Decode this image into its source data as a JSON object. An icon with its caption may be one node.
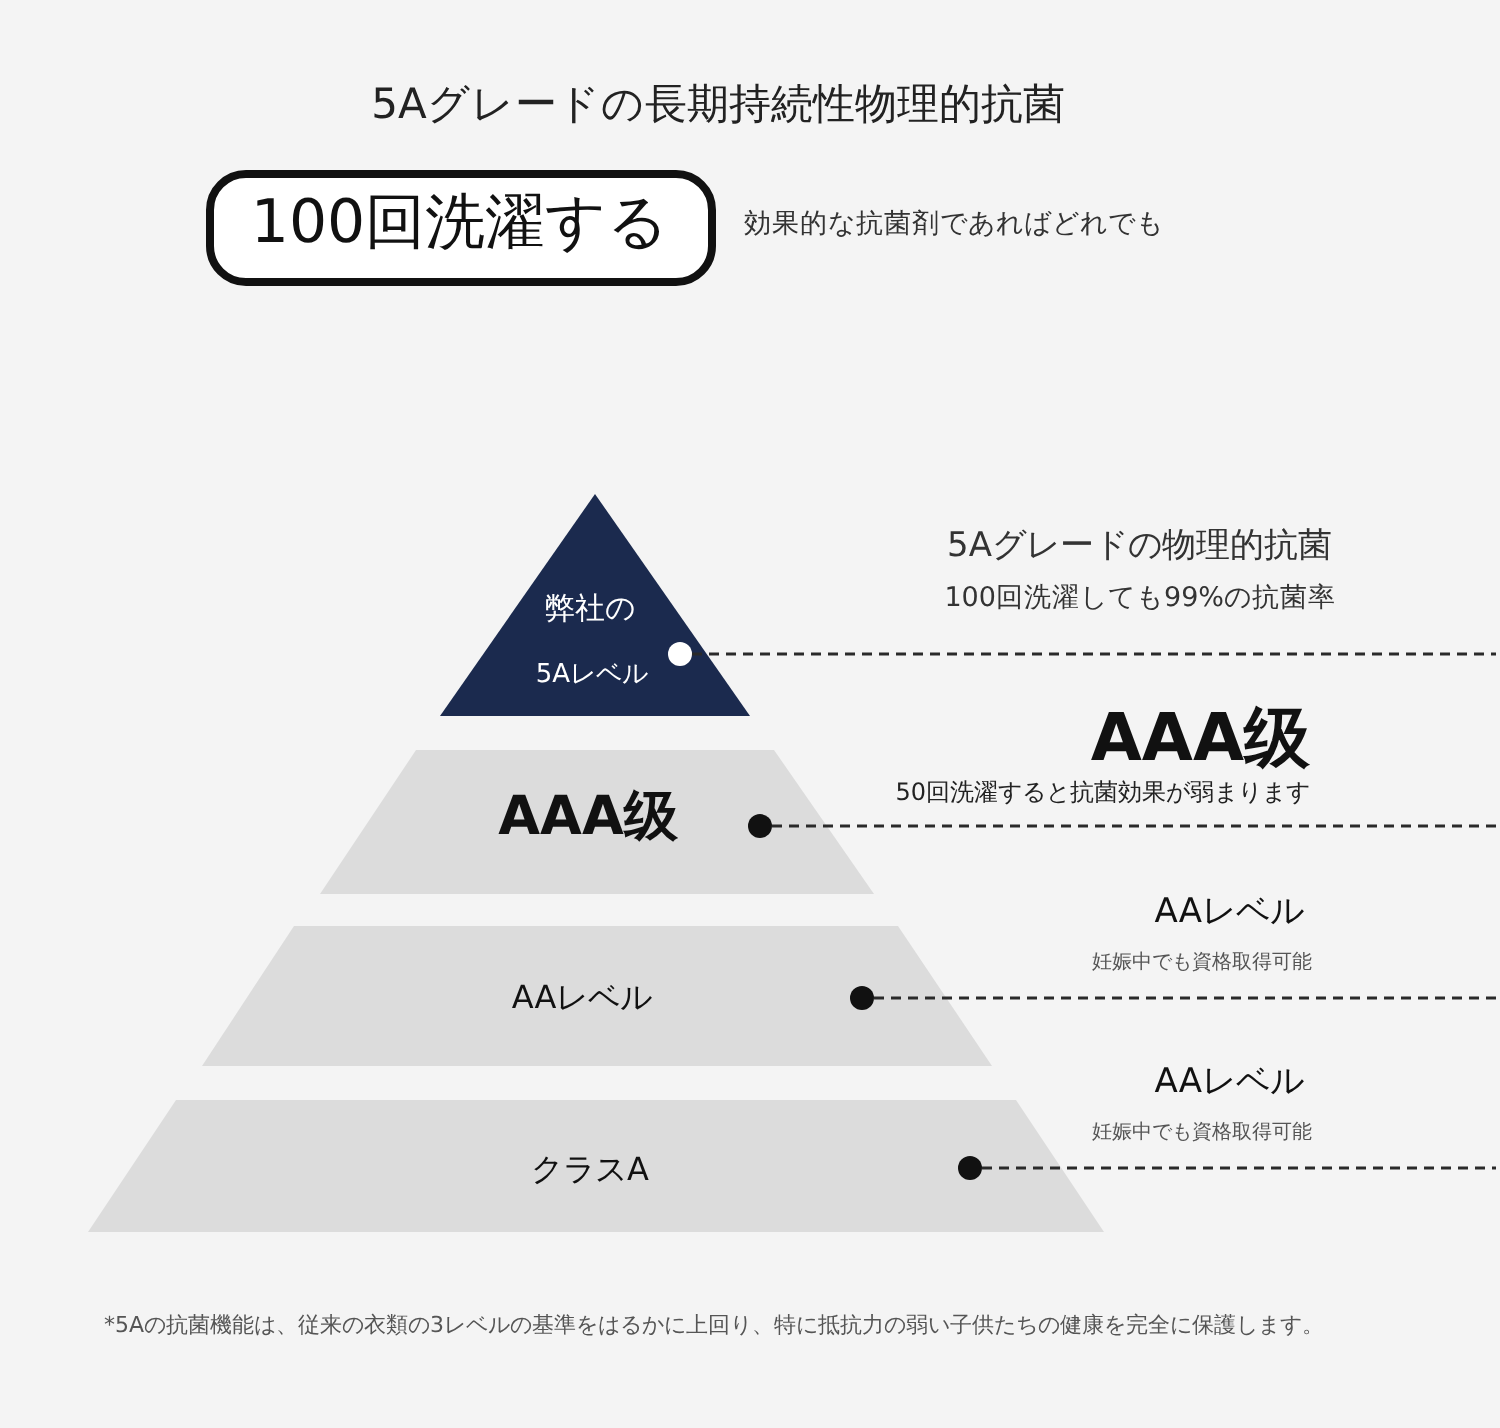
{
  "diagram": {
    "title": "5Aグレードの長期持続性物理的抗菌",
    "nodes": [
      {
        "text": [
          "100回洗濯する"
        ],
        "beside": [
          "効果的な抗菌剤であればどれでも"
        ]
      },
      {
        "text": [
          "弊社の",
          "5Aレベル"
        ]
      },
      {
        "text": [],
        "shape": "circle",
        "in": 1
      },
      {
        "text": [
          "AAA级"
        ]
      },
      {
        "text": [],
        "shape": "circle",
        "in": 3
      },
      {
        "text": [
          "AAレベル"
        ]
      },
      {
        "text": [],
        "shape": "circle",
        "in": 5
      },
      {
        "text": [
          "クラスA"
        ]
      },
      {
        "text": [],
        "shape": "circle",
        "in": 7
      }
    ],
    "edges": [
      {
        "from": 2,
        "to": null,
        "arrow": "none",
        "style": "dashed"
      },
      {
        "from": 4,
        "to": null,
        "arrow": "none",
        "style": "dashed"
      },
      {
        "from": 6,
        "to": null,
        "arrow": "none",
        "style": "dashed"
      },
      {
        "from": 8,
        "to": null,
        "arrow": "none",
        "style": "dashed"
      }
    ],
    "labels": [
      "5Aグレードの物理的抗菌",
      "100回洗濯しても99%の抗菌率",
      "AAA级",
      "50回洗濯すると抗菌効果が弱まります",
      "AAレベル",
      "妊娠中でも資格取得可能",
      "AAレベル",
      "妊娠中でも資格取得可能",
      "*5Aの抗菌機能は、従来の衣類の3レベルの基準をはるかに上回り、特に抵抗力の弱い子供たちの健康を完全に保護します。"
    ]
  }
}
